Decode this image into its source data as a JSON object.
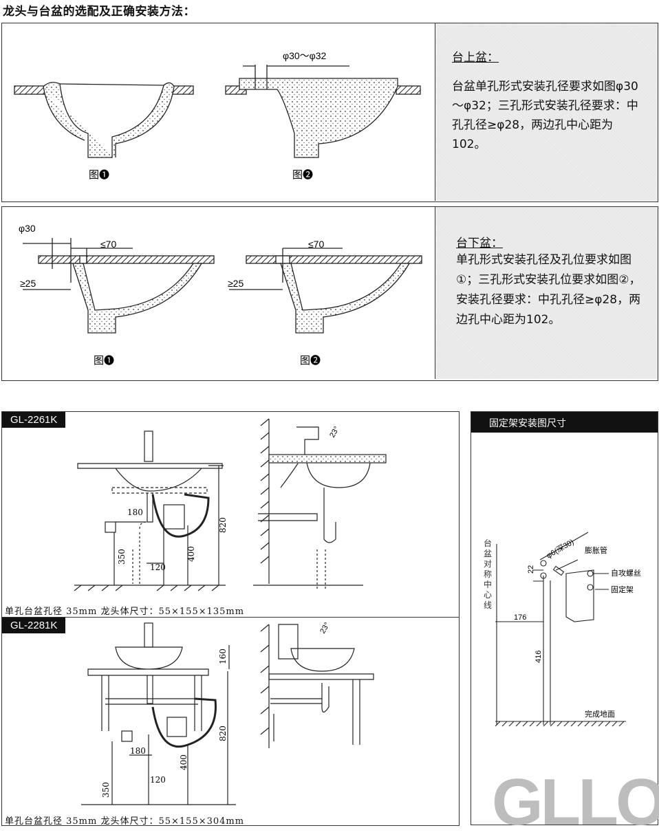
{
  "title": "龙头与台盆的选配及正确安装方法：",
  "counter_top": {
    "heading": "台上盆：",
    "text": "台盆单孔形式安装孔径要求如图φ30～φ32；三孔形式安装孔径要求：中孔孔径≥φ28，两边孔中心距为102。",
    "fig1": "图❶",
    "fig2": "图❷",
    "dim_hole": "φ30～φ32"
  },
  "under_counter": {
    "heading": "台下盆：",
    "text": "单孔形式安装孔径及孔位要求如图①；三孔形式安装孔位要求如图②，安装孔径要求：中孔孔径≥φ28，两边孔中心距为102。",
    "fig1": "图❶",
    "fig2": "图❷",
    "dim_d30": "φ30",
    "dim_le70": "≤70",
    "dim_ge25": "≥25"
  },
  "models": [
    {
      "name": "GL-2261K",
      "caption": "单孔台盆孔径 35mm  龙头体尺寸：55×155×135mm",
      "dims": {
        "d180": "180",
        "d120": "120",
        "d350": "350",
        "d400": "400",
        "d820": "820",
        "angle": "23°"
      }
    },
    {
      "name": "GL-2281K",
      "caption": "单孔台盆孔径 35mm  龙头体尺寸：55×155×304mm",
      "dims": {
        "d160": "160",
        "d180": "180",
        "d120": "120",
        "d350": "350",
        "d400": "400",
        "d820": "820",
        "angle": "23°"
      }
    }
  ],
  "bracket": {
    "header": "固定架安装图尺寸",
    "centerline": "台盆对称中心线",
    "hole": "φ6(深30)",
    "anchor": "膨胀管",
    "screw": "自攻螺丝",
    "bracket": "固定架",
    "d22": "22",
    "d176": "176",
    "d416": "416",
    "floor": "完成地面"
  },
  "logo": "GLLO"
}
